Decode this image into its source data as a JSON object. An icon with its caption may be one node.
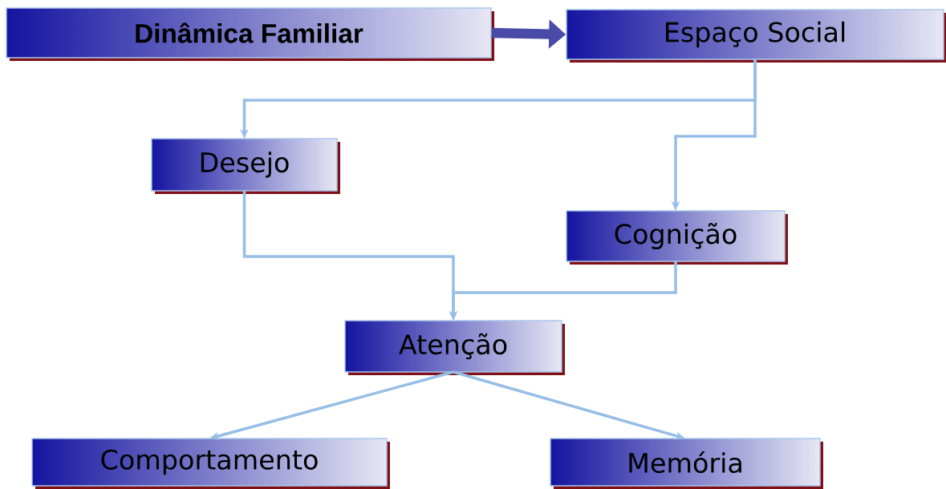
{
  "diagram": {
    "nodes": [
      {
        "text": [
          "Dinâmica Familiar"
        ]
      },
      {
        "text": [
          "Espaço Social"
        ]
      },
      {
        "text": [
          "Desejo"
        ]
      },
      {
        "text": [
          "Cognição"
        ]
      },
      {
        "text": [
          "Atenção"
        ]
      },
      {
        "text": [
          "Comportamento"
        ]
      },
      {
        "text": [
          "Memória"
        ]
      }
    ],
    "edges": [
      {
        "from": 0,
        "to": 1,
        "arrow": "to",
        "style": "thick",
        "color": "#4a4aa8"
      },
      {
        "from": 1,
        "to": 2,
        "arrow": "to"
      },
      {
        "from": 1,
        "to": 3,
        "arrow": "to"
      },
      {
        "from": 2,
        "to": 4,
        "arrow": "to"
      },
      {
        "from": 3,
        "to": 4,
        "arrow": "to"
      },
      {
        "from": 4,
        "to": 5,
        "arrow": "to"
      },
      {
        "from": 4,
        "to": 6,
        "arrow": "to"
      }
    ]
  }
}
